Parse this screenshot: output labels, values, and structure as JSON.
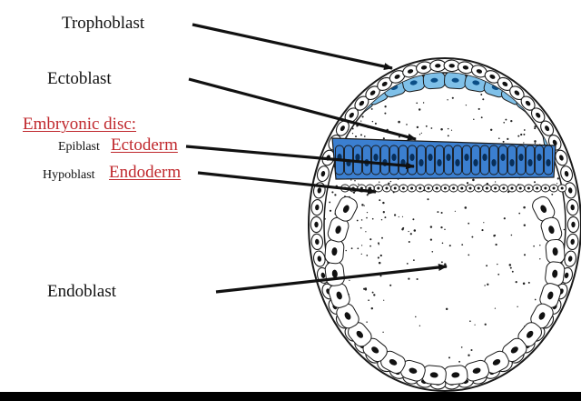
{
  "labels": {
    "trophoblast": "Trophoblast",
    "ectoblast": "Ectoblast",
    "embryonic_disc": "Embryonic disc:",
    "epiblast": "Epiblast",
    "ectoderm": "Ectoderm",
    "hypoblast": "Hypoblast",
    "endoderm": "Endoderm",
    "endoblast": "Endoblast"
  },
  "colors": {
    "epiblast_fill": "#3b7fd0",
    "amnion_fill": "#7fc0e8",
    "label_red": "#c0282d",
    "outline": "#1a1a1a"
  }
}
